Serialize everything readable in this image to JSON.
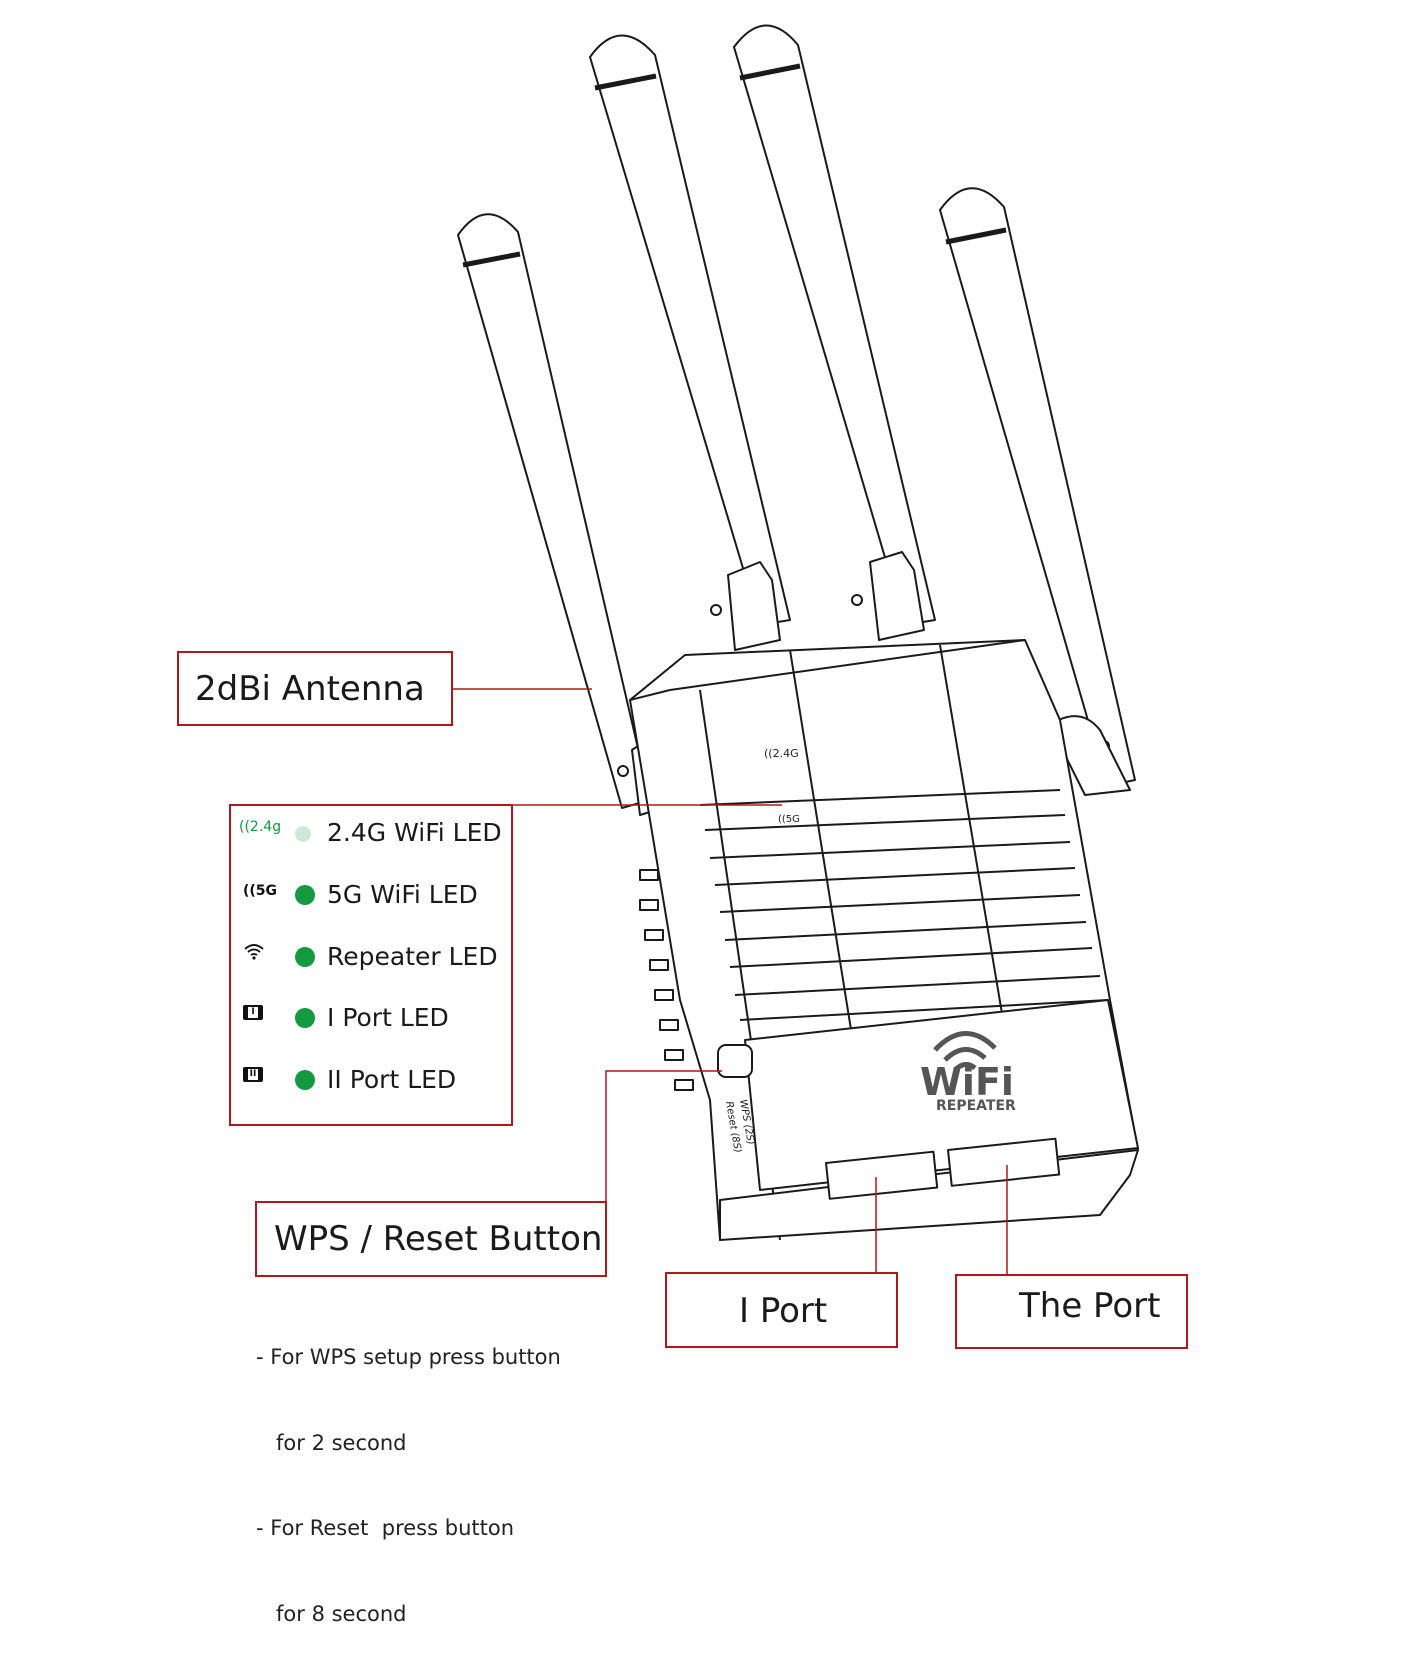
{
  "callouts": {
    "antenna": "2dBi  Antenna",
    "wps_reset": "WPS / Reset Button",
    "port1": "I Port",
    "port2": "The Port"
  },
  "led_legend": [
    {
      "icon": "((2.4g",
      "label": "2.4G WiFi LED",
      "icon_name": "wifi-24g-icon"
    },
    {
      "icon": "((5G",
      "label": "5G WiFi LED",
      "icon_name": "wifi-5g-icon"
    },
    {
      "icon": "",
      "label": "Repeater LED",
      "icon_name": "repeater-wifi-icon"
    },
    {
      "icon": "I",
      "label": "I Port LED",
      "icon_name": "port-1-icon"
    },
    {
      "icon": "II",
      "label": "II Port LED",
      "icon_name": "port-2-icon"
    }
  ],
  "notes": [
    "- For WPS setup press button",
    "   for 2 second",
    "- For Reset  press button",
    "   for 8 second"
  ],
  "device": {
    "logo_text": "WiFi",
    "logo_subtext": "REPEATER",
    "label_24g": "((2.4G",
    "label_5g": "((5G",
    "reset_label": "Reset (8S)",
    "wps_label": "WPS (2S)"
  },
  "colors": {
    "callout_border": "#b0191c",
    "led_green": "#139a3f",
    "line_art": "#1a1a1a"
  }
}
